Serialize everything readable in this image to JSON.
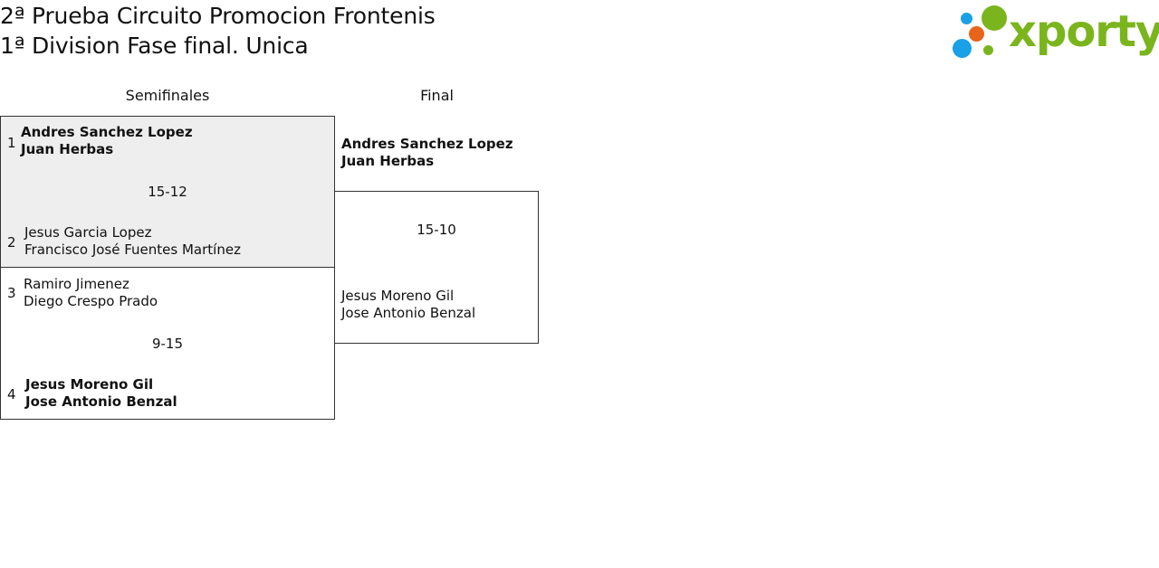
{
  "header": {
    "title_line1": "2ª Prueba Circuito Promocion Frontenis",
    "title_line2": "1ª Division Fase final. Unica",
    "logo_text": "xporty",
    "colors": {
      "brand_green": "#7ab51d",
      "brand_blue": "#1aa0e6",
      "brand_orange": "#e8641b"
    }
  },
  "rounds": {
    "semifinals_label": "Semifinales",
    "final_label": "Final"
  },
  "semifinal1": {
    "seed_a": "1",
    "team_a": [
      "Andres Sanchez Lopez",
      "Juan Herbas"
    ],
    "score": "15-12",
    "seed_b": "2",
    "team_b": [
      "Jesus Garcia Lopez",
      "Francisco José Fuentes Martínez"
    ]
  },
  "semifinal2": {
    "seed_a": "3",
    "team_a": [
      "Ramiro Jimenez",
      "Diego Crespo Prado"
    ],
    "score": "9-15",
    "seed_b": "4",
    "team_b": [
      "Jesus Moreno Gil",
      "Jose Antonio Benzal"
    ]
  },
  "final": {
    "team_a": [
      "Andres Sanchez Lopez",
      "Juan Herbas"
    ],
    "score": "15-10",
    "team_b": [
      "Jesus Moreno Gil",
      "Jose Antonio Benzal"
    ]
  }
}
